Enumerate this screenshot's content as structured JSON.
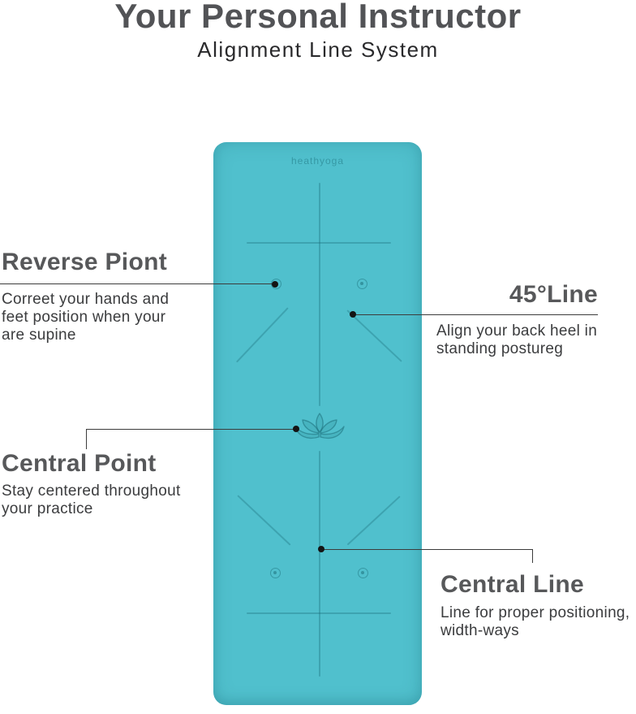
{
  "header": {
    "title": "Your Personal Instructor",
    "subtitle": "Alignment Line System"
  },
  "mat": {
    "brand": "heathyoga",
    "color": "#50c0cd",
    "line_color": "#177068",
    "icons": {
      "center_logo": "lotus-icon",
      "alignment_markers": "target-circle-icon",
      "callout_points": "point-dot-icon"
    }
  },
  "callouts": [
    {
      "id": "reverse-point",
      "heading": "Reverse Piont",
      "description": "Correet your hands and\nfeet position when your\nare supine"
    },
    {
      "id": "45-line",
      "heading": "45°Line",
      "description": "Align your back heel in\nstanding postureg"
    },
    {
      "id": "central-point",
      "heading": "Central Point",
      "description": "Stay centered throughout\nyour practice"
    },
    {
      "id": "central-line",
      "heading": "Central Line",
      "description": "Line for proper positioning,\nwidth-ways"
    }
  ],
  "colors": {
    "title_text": "#525356",
    "heading_text": "#57585a",
    "body_text": "#3b3c3e",
    "callout_line": "#3c3c3c"
  }
}
